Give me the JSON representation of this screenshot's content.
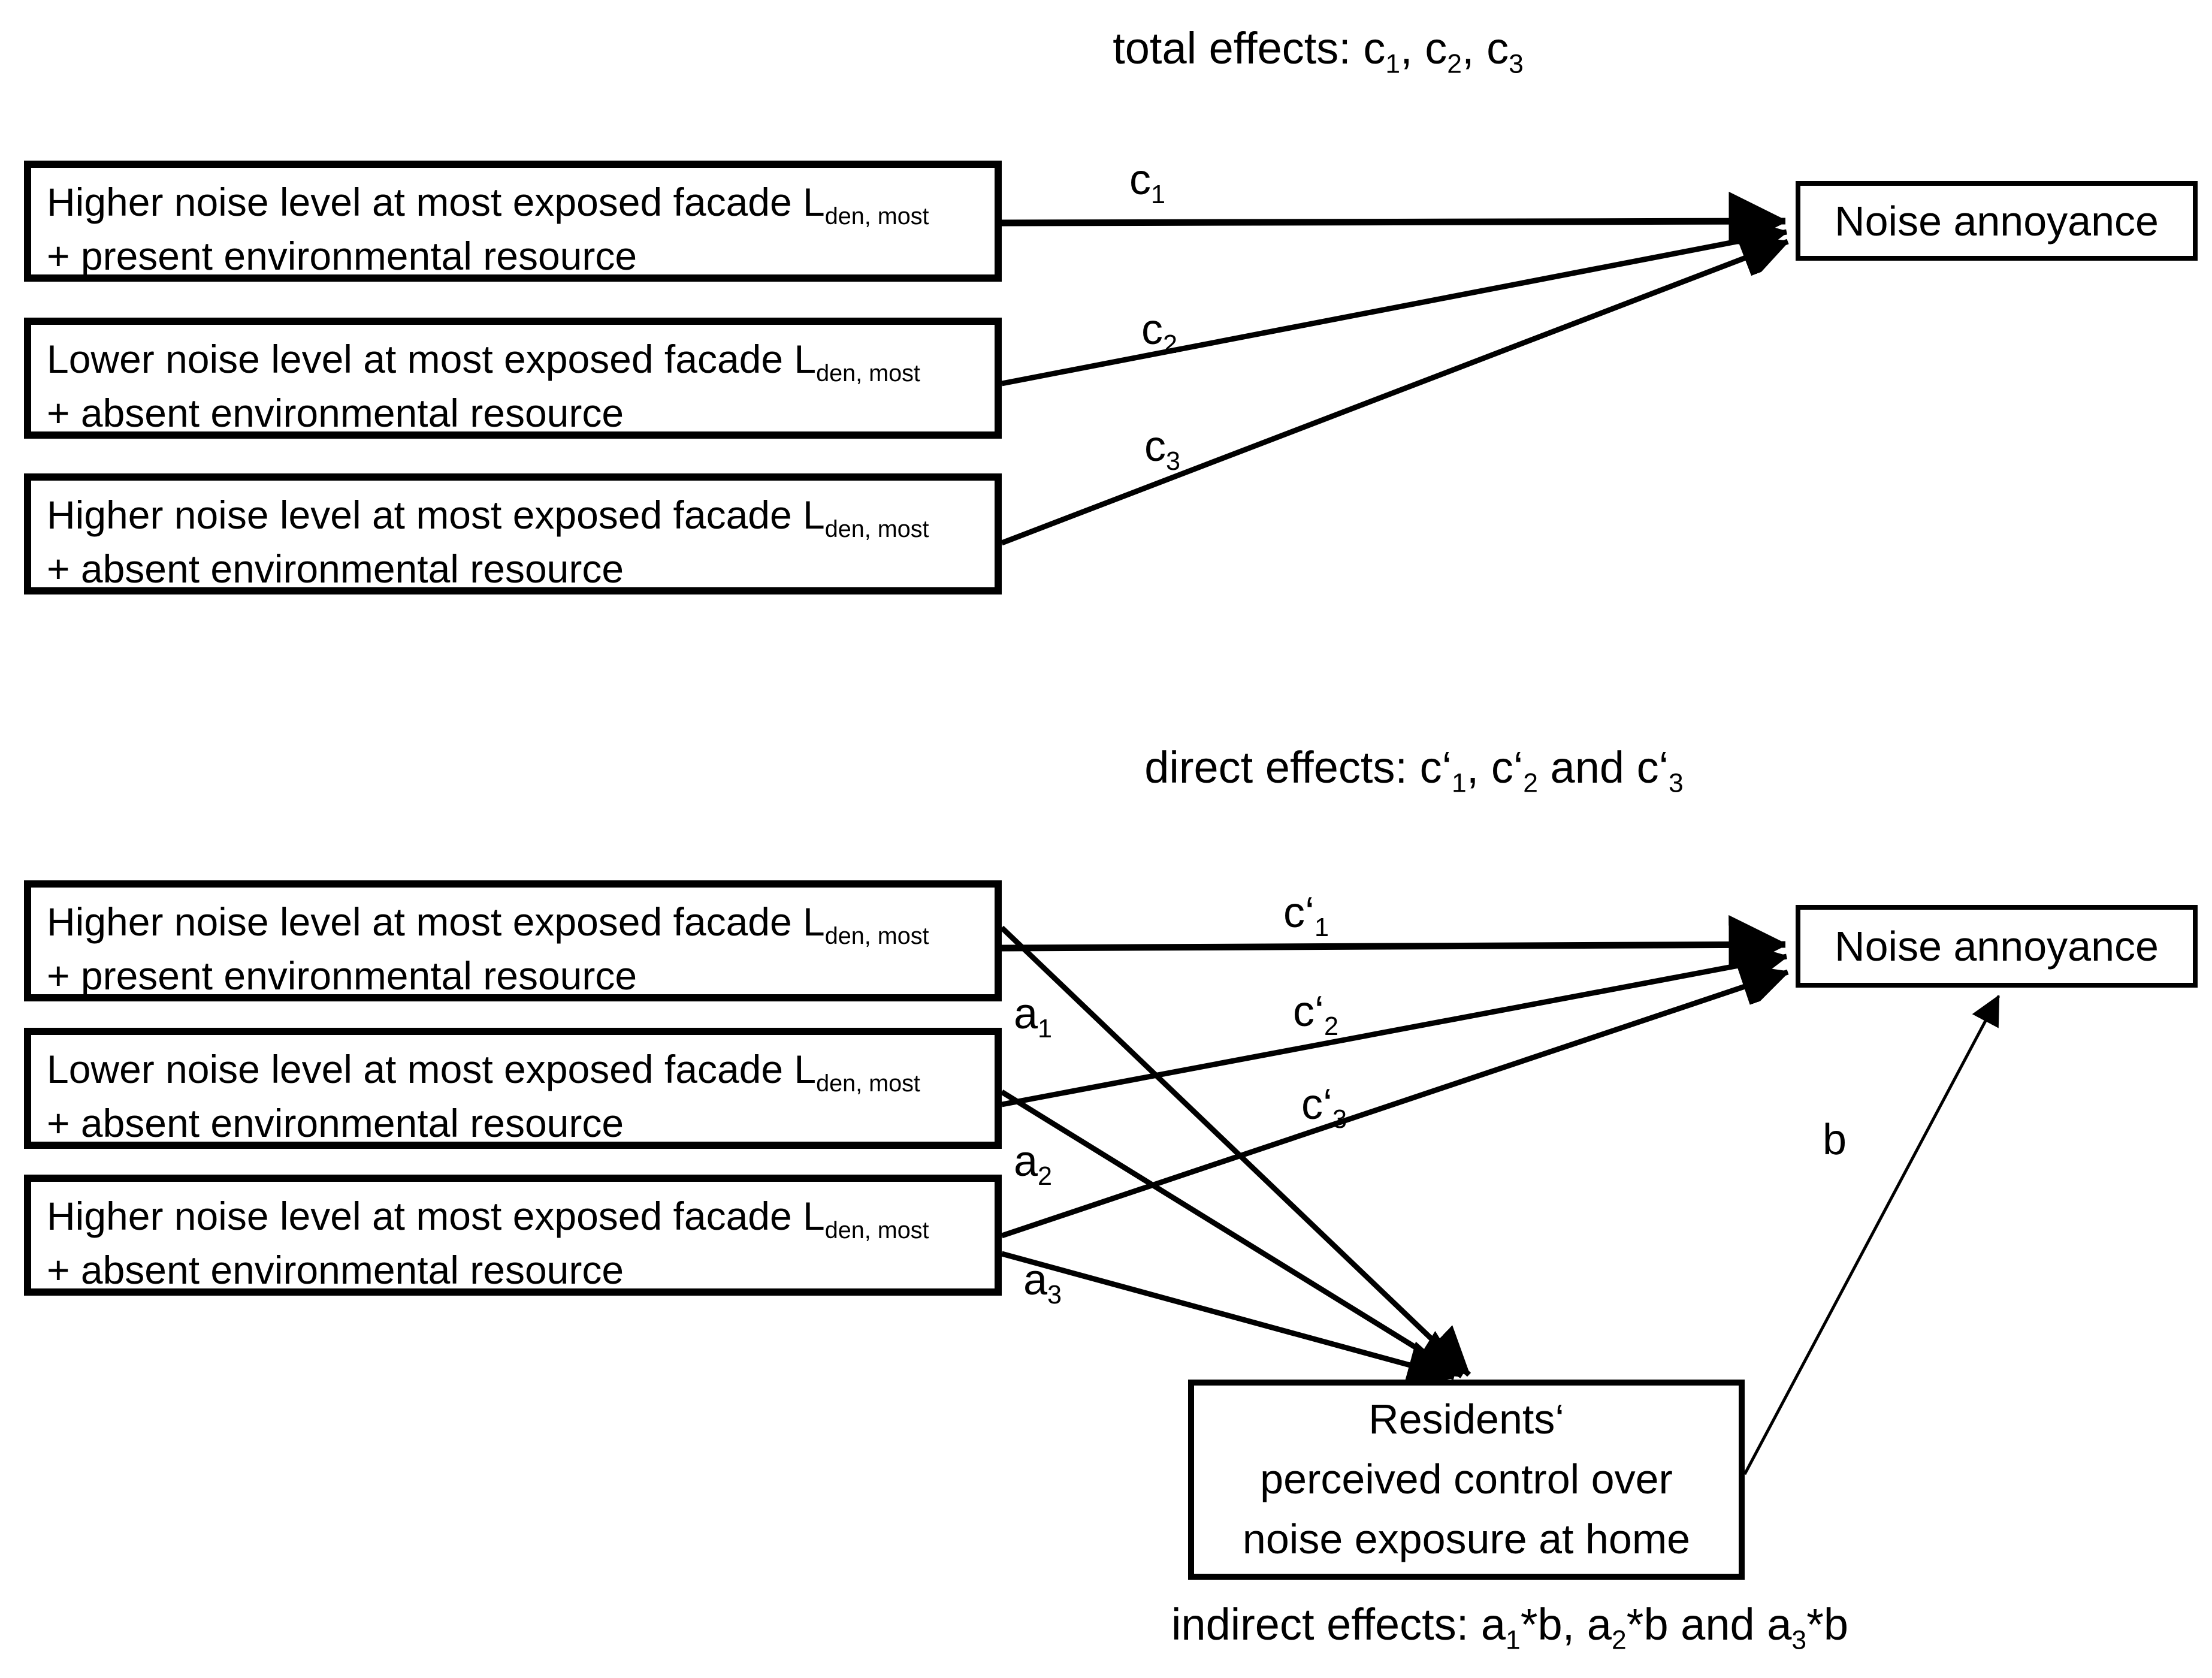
{
  "figure": {
    "background_color": "#ffffff",
    "ink_color": "#000000"
  },
  "top_section": {
    "title_segments": [
      {
        "t": "total effects: c"
      },
      {
        "t": "1",
        "sub": true
      },
      {
        "t": ", c"
      },
      {
        "t": "2",
        "sub": true
      },
      {
        "t": ", c"
      },
      {
        "t": "3",
        "sub": true
      }
    ],
    "boxes": [
      {
        "line1_segments": [
          {
            "t": "Higher noise level at most exposed facade L"
          },
          {
            "t": "den, most",
            "sub": true
          }
        ],
        "line2": "+ present environmental resource"
      },
      {
        "line1_segments": [
          {
            "t": "Lower noise level at most exposed facade L"
          },
          {
            "t": "den, most",
            "sub": true
          }
        ],
        "line2": "+ absent environmental resource"
      },
      {
        "line1_segments": [
          {
            "t": "Higher noise level at most exposed facade L"
          },
          {
            "t": "den, most",
            "sub": true
          }
        ],
        "line2": "+ absent environmental resource"
      }
    ],
    "outcome_label": "Noise annoyance",
    "path_labels": [
      [
        {
          "t": "c"
        },
        {
          "t": "1",
          "sub": true
        }
      ],
      [
        {
          "t": "c"
        },
        {
          "t": "2",
          "sub": true
        }
      ],
      [
        {
          "t": "c"
        },
        {
          "t": "3",
          "sub": true
        }
      ]
    ]
  },
  "bottom_section": {
    "title_segments": [
      {
        "t": "direct effects: c‘"
      },
      {
        "t": "1",
        "sub": true
      },
      {
        "t": ", c‘"
      },
      {
        "t": "2",
        "sub": true
      },
      {
        "t": " and c‘"
      },
      {
        "t": "3",
        "sub": true
      }
    ],
    "boxes": [
      {
        "line1_segments": [
          {
            "t": "Higher noise level at most exposed facade L"
          },
          {
            "t": "den, most",
            "sub": true
          }
        ],
        "line2": "+ present environmental resource"
      },
      {
        "line1_segments": [
          {
            "t": "Lower noise level at most exposed facade L"
          },
          {
            "t": "den, most",
            "sub": true
          }
        ],
        "line2": "+ absent environmental resource"
      },
      {
        "line1_segments": [
          {
            "t": "Higher noise level at most exposed facade  L"
          },
          {
            "t": "den, most",
            "sub": true
          }
        ],
        "line2": "+ absent environmental resource"
      }
    ],
    "outcome_label": "Noise annoyance",
    "mediator_lines": [
      "Residents‘",
      "perceived control over",
      "noise exposure at home"
    ],
    "direct_path_labels": [
      [
        {
          "t": "c‘"
        },
        {
          "t": "1",
          "sub": true
        }
      ],
      [
        {
          "t": "c‘"
        },
        {
          "t": "2",
          "sub": true
        }
      ],
      [
        {
          "t": "c‘"
        },
        {
          "t": "3",
          "sub": true
        }
      ]
    ],
    "a_path_labels": [
      [
        {
          "t": "a"
        },
        {
          "t": "1",
          "sub": true
        }
      ],
      [
        {
          "t": "a"
        },
        {
          "t": "2",
          "sub": true
        }
      ],
      [
        {
          "t": "a"
        },
        {
          "t": "3",
          "sub": true
        }
      ]
    ],
    "b_path_label": "b",
    "caption_segments": [
      {
        "t": "indirect effects: a"
      },
      {
        "t": "1",
        "sub": true
      },
      {
        "t": "*b, a"
      },
      {
        "t": "2",
        "sub": true
      },
      {
        "t": "*b and a"
      },
      {
        "t": "3",
        "sub": true
      },
      {
        "t": "*b"
      }
    ]
  }
}
